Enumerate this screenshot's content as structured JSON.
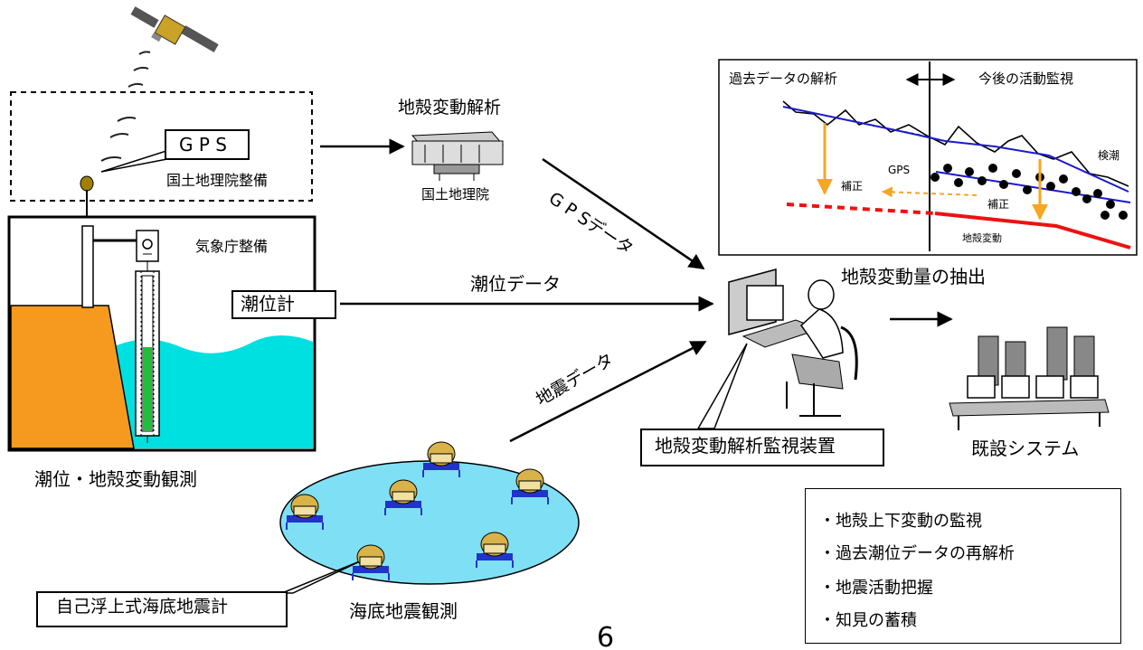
{
  "gps_label": "G P S",
  "gsi_maintained": "国土地理院整備",
  "jma_maintained": "気象庁整備",
  "tide_gauge": "潮位計",
  "tide_crustal_obs": "潮位・地殻変動観測",
  "crustal_analysis": "地殻変動解析",
  "gsi": "国土地理院",
  "gps_data": "G P Sデータ",
  "tide_data": "潮位データ",
  "quake_data": "地震データ",
  "monitor_device": "地殻変動解析監視装置",
  "existing_system": "既設システム",
  "extraction": "地殻変動量の抽出",
  "seafloor_seismometer": "自己浮上式海底地震計",
  "seafloor_obs": "海底地震観測",
  "graph": {
    "past_analysis": "過去データの解析",
    "future_monitor": "今後の活動監視",
    "tide_obs": "検潮",
    "gps": "GPS",
    "correction_left": "補正",
    "correction_right": "補正",
    "crustal_movement": "地殻変動"
  },
  "bullets": [
    "・地殻上下変動の監視",
    "・過去潮位データの再解析",
    "・地震活動把握",
    "・知見の蓄積"
  ],
  "page_number": "6",
  "colors": {
    "quay": "#F59A1E",
    "water": "#00E0E0",
    "gauge_water": "#1FBF3A",
    "sea_ellipse": "#7FE0F5",
    "graph_blue": "#1A1ACC",
    "graph_red": "#EE1111",
    "graph_arrow": "#F5A623"
  }
}
